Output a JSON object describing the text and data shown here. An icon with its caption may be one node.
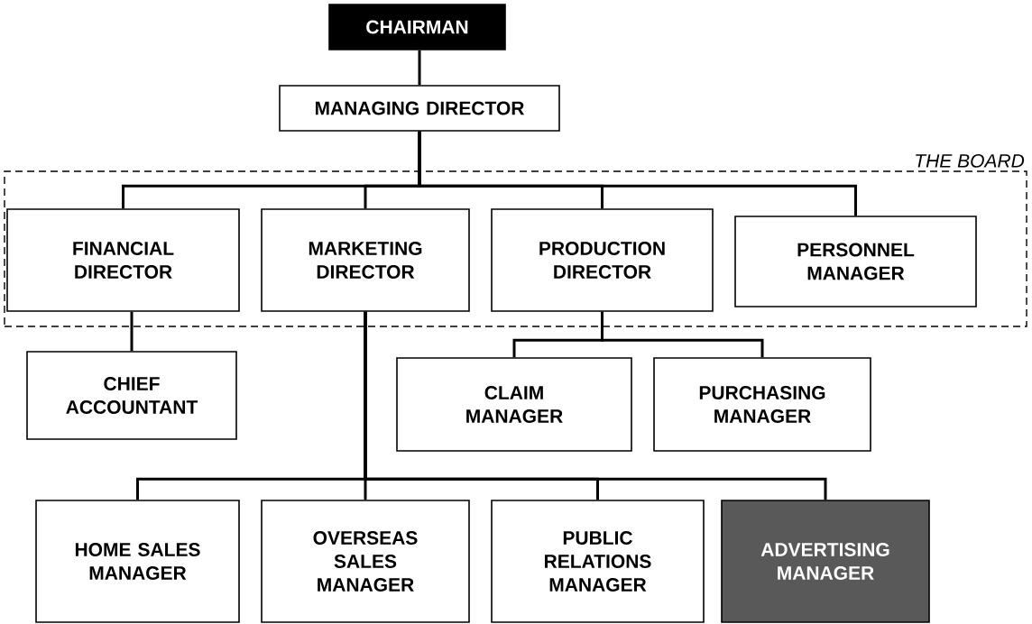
{
  "diagram": {
    "nodes": [
      {
        "text": [
          "CHAIRMAN"
        ]
      },
      {
        "text": [
          "MANAGING DIRECTOR"
        ]
      },
      {
        "text": [
          "THE BOARD"
        ]
      },
      {
        "text": [
          "FINANCIAL DIRECTOR"
        ],
        "in": 2
      },
      {
        "text": [
          "MARKETING DIRECTOR"
        ],
        "in": 2
      },
      {
        "text": [
          "PRODUCTION DIRECTOR"
        ],
        "in": 2
      },
      {
        "text": [
          "PERSONNEL MANAGER"
        ],
        "in": 2
      },
      {
        "text": [
          "CHIEF ACCOUNTANT"
        ]
      },
      {
        "text": [
          "CLAIM MANAGER"
        ]
      },
      {
        "text": [
          "PURCHASING MANAGER"
        ]
      },
      {
        "text": [
          "HOME SALES MANAGER"
        ]
      },
      {
        "text": [
          "OVERSEAS SALES MANAGER"
        ]
      },
      {
        "text": [
          "PUBLIC RELATIONS MANAGER"
        ]
      },
      {
        "text": [
          "ADVERTISING MANAGER"
        ]
      }
    ],
    "edges": [
      {
        "from": 0,
        "to": 1,
        "arrow": "none"
      },
      {
        "from": 1,
        "to": 3,
        "arrow": "none"
      },
      {
        "from": 1,
        "to": 4,
        "arrow": "none"
      },
      {
        "from": 1,
        "to": 5,
        "arrow": "none"
      },
      {
        "from": 1,
        "to": 6,
        "arrow": "none"
      },
      {
        "from": 3,
        "to": 7,
        "arrow": "none"
      },
      {
        "from": 5,
        "to": 8,
        "arrow": "none"
      },
      {
        "from": 5,
        "to": 9,
        "arrow": "none"
      },
      {
        "from": 4,
        "to": 10,
        "arrow": "none"
      },
      {
        "from": 4,
        "to": 11,
        "arrow": "none"
      },
      {
        "from": 4,
        "to": 12,
        "arrow": "none"
      },
      {
        "from": 4,
        "to": 13,
        "arrow": "none"
      }
    ]
  }
}
